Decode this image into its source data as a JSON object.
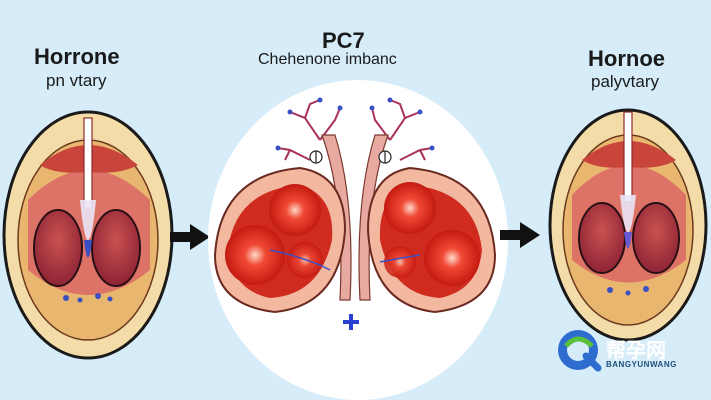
{
  "left_panel": {
    "title": "Horrone",
    "subtitle": "pn vtary"
  },
  "center_panel": {
    "title": "PC7",
    "subtitle": "Chehenone imbanc",
    "markers": [
      "⊘",
      "⊘"
    ],
    "plus": "+"
  },
  "right_panel": {
    "title": "Hornoe",
    "subtitle": "palyvtary"
  },
  "watermark": {
    "text": "帮孕网",
    "sub": "BANGYUNWANG"
  },
  "colors": {
    "background": "#d6ecf9",
    "tissue_outer": "#f2d09a",
    "tissue_inner": "#dc6f63",
    "lobe": "#b4344a",
    "vessel": "#3b4fc4",
    "hot_red": "#e8231b"
  },
  "icons": [
    "arrow-right-icon",
    "arrow-right-icon",
    "plus-icon",
    "logo-icon"
  ]
}
